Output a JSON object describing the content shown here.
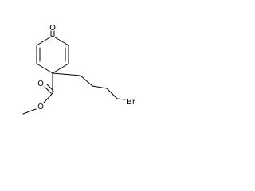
{
  "structure": {
    "atom_labels": {
      "ketone_oxygen": "O",
      "carbonyl_oxygen": "O",
      "ester_oxygen": "O",
      "bromine": "Br"
    }
  }
}
